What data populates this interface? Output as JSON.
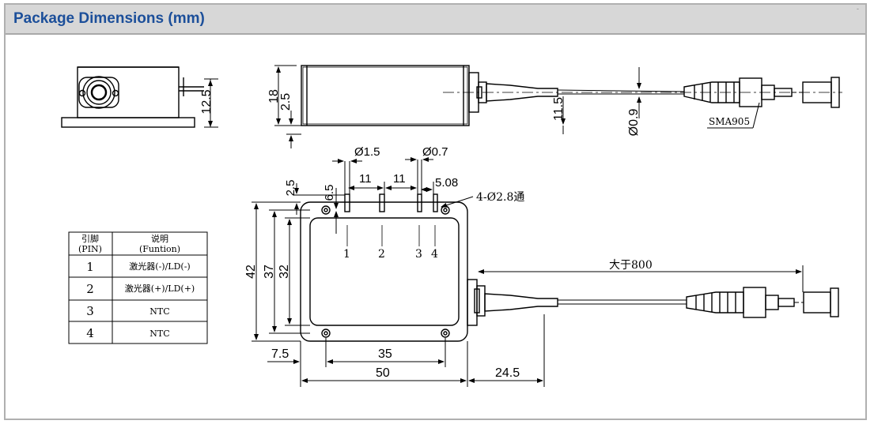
{
  "header": {
    "title": "Package Dimensions (mm)",
    "corner_mark": "-"
  },
  "colors": {
    "header_text": "#1c4f9a",
    "header_bg": "#d7d7d7",
    "border": "#b0b0b0"
  },
  "top_view": {
    "dim_height_total": "18",
    "dim_base_plate": "2.5",
    "dim_fiber_height": "11.5",
    "dim_side_height": "12.5",
    "dim_fiber_dia": "Ø0.9",
    "connector_label": "SMA905"
  },
  "plan_view": {
    "pin_dia": "Ø1.5",
    "ntc_pin_dia": "Ø0.7",
    "pin_pitch_1": "11",
    "pin_pitch_2": "11",
    "pin_offset": "5.08",
    "edge_offset": "2.5",
    "pin_row_offset": "6.5",
    "mount_holes": "4-Ø2.8通",
    "pins": [
      "1",
      "2",
      "3",
      "4"
    ],
    "height_outer": "42",
    "height_mid": "37",
    "height_inner": "32",
    "hole_offset": "7.5",
    "hole_pitch": "35",
    "width": "50",
    "fiber_exit": "24.5",
    "fiber_length": "大于800"
  },
  "pin_table": {
    "header_pin": [
      "引脚",
      "(PIN)"
    ],
    "header_func": [
      "说明",
      "(Funtion)"
    ],
    "rows": [
      {
        "pin": "1",
        "func": "激光器(-)/LD(-)"
      },
      {
        "pin": "2",
        "func": "激光器(+)/LD(+)"
      },
      {
        "pin": "3",
        "func": "NTC"
      },
      {
        "pin": "4",
        "func": "NTC"
      }
    ]
  }
}
